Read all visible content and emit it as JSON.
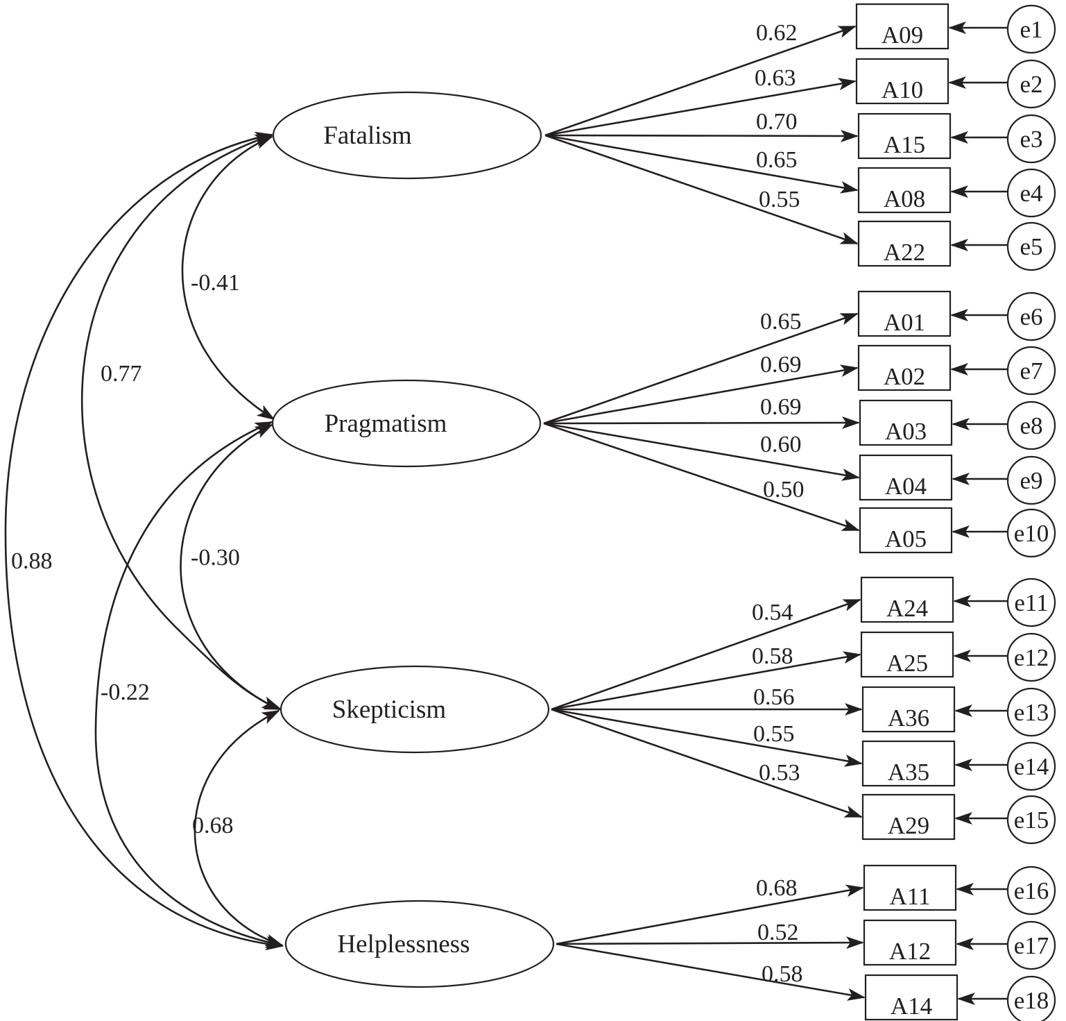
{
  "factors": [
    {
      "id": "fatalism",
      "label": "Fatalism"
    },
    {
      "id": "pragmatism",
      "label": "Pragmatism"
    },
    {
      "id": "skepticism",
      "label": "Skepticism"
    },
    {
      "id": "helplessness",
      "label": "Helplessness"
    }
  ],
  "items": [
    {
      "factor": "fatalism",
      "label": "A09",
      "loading": "0.62",
      "error": "e1"
    },
    {
      "factor": "fatalism",
      "label": "A10",
      "loading": "0.63",
      "error": "e2"
    },
    {
      "factor": "fatalism",
      "label": "A15",
      "loading": "0.70",
      "error": "e3"
    },
    {
      "factor": "fatalism",
      "label": "A08",
      "loading": "0.65",
      "error": "e4"
    },
    {
      "factor": "fatalism",
      "label": "A22",
      "loading": "0.55",
      "error": "e5"
    },
    {
      "factor": "pragmatism",
      "label": "A01",
      "loading": "0.65",
      "error": "e6"
    },
    {
      "factor": "pragmatism",
      "label": "A02",
      "loading": "0.69",
      "error": "e7"
    },
    {
      "factor": "pragmatism",
      "label": "A03",
      "loading": "0.69",
      "error": "e8"
    },
    {
      "factor": "pragmatism",
      "label": "A04",
      "loading": "0.60",
      "error": "e9"
    },
    {
      "factor": "pragmatism",
      "label": "A05",
      "loading": "0.50",
      "error": "e10"
    },
    {
      "factor": "skepticism",
      "label": "A24",
      "loading": "0.54",
      "error": "e11"
    },
    {
      "factor": "skepticism",
      "label": "A25",
      "loading": "0.58",
      "error": "e12"
    },
    {
      "factor": "skepticism",
      "label": "A36",
      "loading": "0.56",
      "error": "e13"
    },
    {
      "factor": "skepticism",
      "label": "A35",
      "loading": "0.55",
      "error": "e14"
    },
    {
      "factor": "skepticism",
      "label": "A29",
      "loading": "0.53",
      "error": "e15"
    },
    {
      "factor": "helplessness",
      "label": "A11",
      "loading": "0.68",
      "error": "e16"
    },
    {
      "factor": "helplessness",
      "label": "A12",
      "loading": "0.52",
      "error": "e17"
    },
    {
      "factor": "helplessness",
      "label": "A14",
      "loading": "0.58",
      "error": "e18"
    }
  ],
  "correlations": [
    {
      "from": "fatalism",
      "to": "pragmatism",
      "value": "-0.41"
    },
    {
      "from": "pragmatism",
      "to": "skepticism",
      "value": "-0.30"
    },
    {
      "from": "skepticism",
      "to": "helplessness",
      "value": "0.68"
    },
    {
      "from": "fatalism",
      "to": "skepticism",
      "value": "0.77"
    },
    {
      "from": "pragmatism",
      "to": "helplessness",
      "value": "-0.22"
    },
    {
      "from": "fatalism",
      "to": "helplessness",
      "value": "0.88"
    }
  ]
}
